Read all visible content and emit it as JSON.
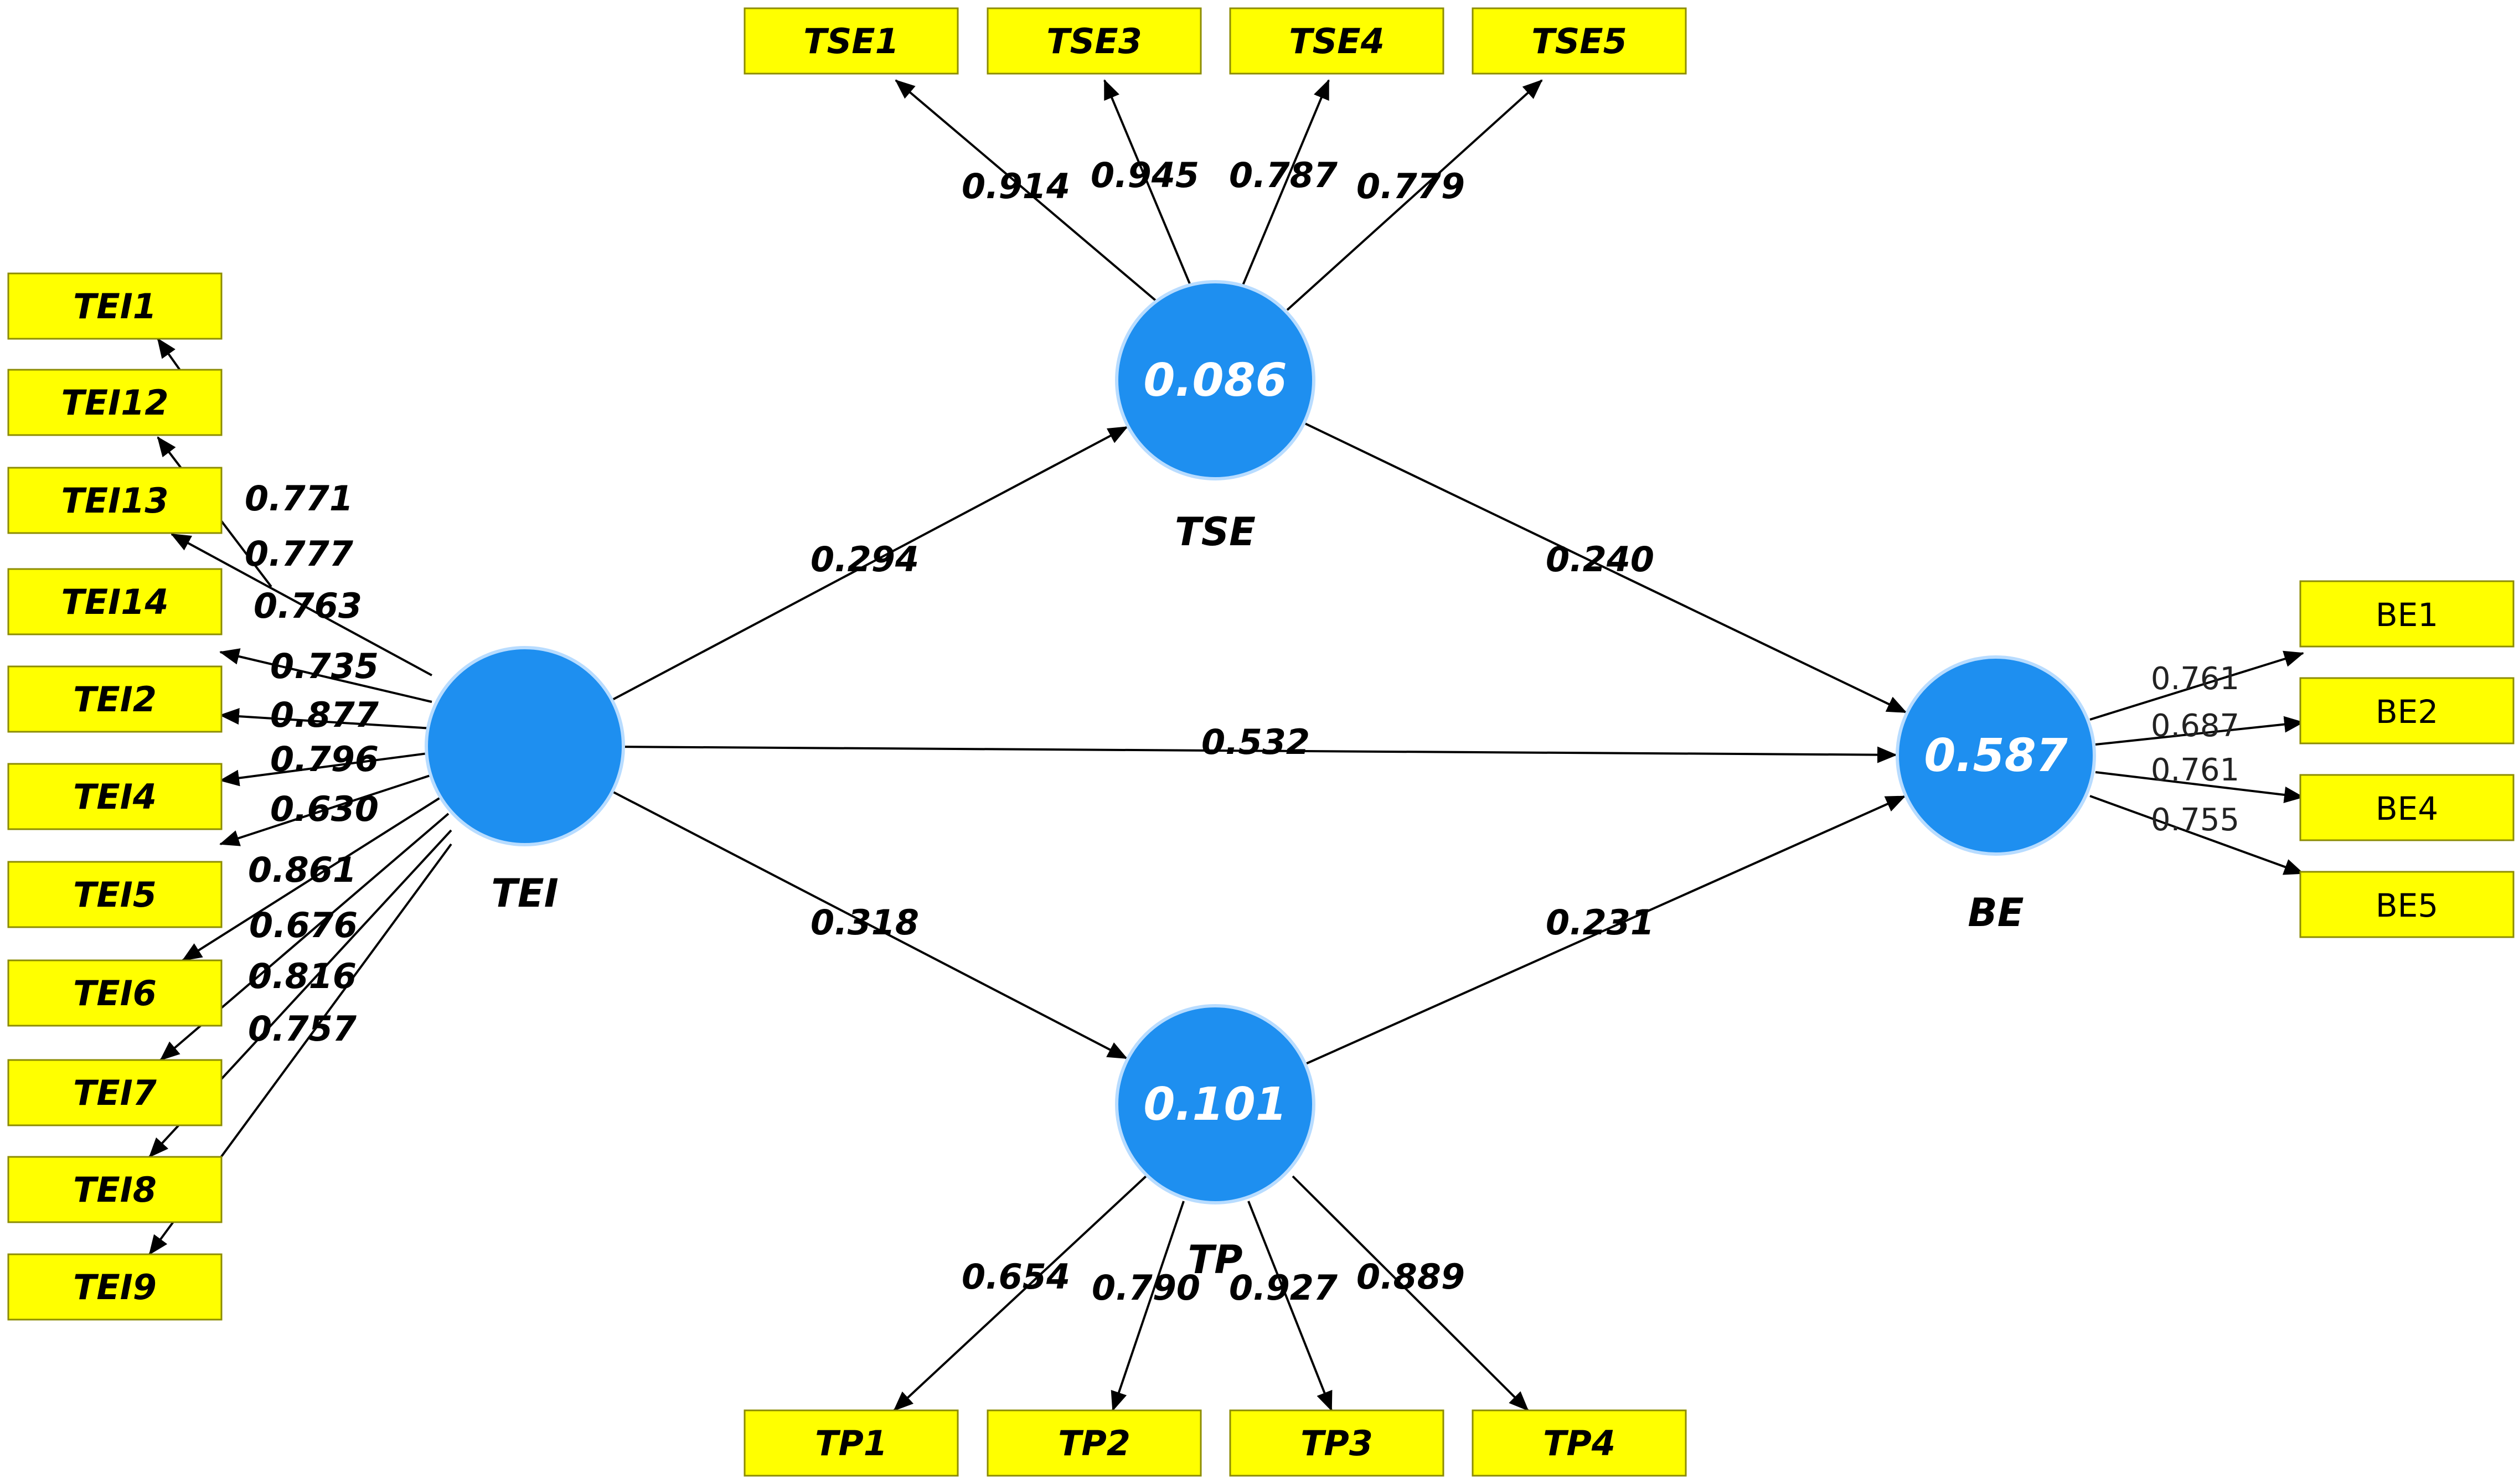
{
  "colors": {
    "latent": "#1e8ff0",
    "indicator": "#ffff00",
    "edge": "#000000"
  },
  "latent_variables": [
    {
      "id": "TEI",
      "name": "TEI",
      "value": ""
    },
    {
      "id": "TSE",
      "name": "TSE",
      "value": "0.086"
    },
    {
      "id": "TP",
      "name": "TP",
      "value": "0.101"
    },
    {
      "id": "BE",
      "name": "BE",
      "value": "0.587"
    }
  ],
  "paths": [
    {
      "from": "TEI",
      "to": "TSE",
      "coef": "0.294"
    },
    {
      "from": "TSE",
      "to": "BE",
      "coef": "0.240"
    },
    {
      "from": "TEI",
      "to": "BE",
      "coef": "0.532"
    },
    {
      "from": "TEI",
      "to": "TP",
      "coef": "0.318"
    },
    {
      "from": "TP",
      "to": "BE",
      "coef": "0.231"
    }
  ],
  "indicators": {
    "TEI": [
      {
        "name": "TEI1",
        "loading": "0.771"
      },
      {
        "name": "TEI12",
        "loading": "0.777"
      },
      {
        "name": "TEI13",
        "loading": "0.763"
      },
      {
        "name": "TEI14",
        "loading": "0.735"
      },
      {
        "name": "TEI2",
        "loading": "0.877"
      },
      {
        "name": "TEI4",
        "loading": "0.796"
      },
      {
        "name": "TEI5",
        "loading": "0.630"
      },
      {
        "name": "TEI6",
        "loading": "0.861"
      },
      {
        "name": "TEI7",
        "loading": "0.676"
      },
      {
        "name": "TEI8",
        "loading": "0.816"
      },
      {
        "name": "TEI9",
        "loading": "0.757"
      }
    ],
    "TSE": [
      {
        "name": "TSE1",
        "loading": "0.914"
      },
      {
        "name": "TSE3",
        "loading": "0.945"
      },
      {
        "name": "TSE4",
        "loading": "0.787"
      },
      {
        "name": "TSE5",
        "loading": "0.779"
      }
    ],
    "TP": [
      {
        "name": "TP1",
        "loading": "0.654"
      },
      {
        "name": "TP2",
        "loading": "0.790"
      },
      {
        "name": "TP3",
        "loading": "0.927"
      },
      {
        "name": "TP4",
        "loading": "0.889"
      }
    ],
    "BE": [
      {
        "name": "BE1",
        "loading": "0.761"
      },
      {
        "name": "BE2",
        "loading": "0.687"
      },
      {
        "name": "BE4",
        "loading": "0.761"
      },
      {
        "name": "BE5",
        "loading": "0.755"
      }
    ]
  }
}
